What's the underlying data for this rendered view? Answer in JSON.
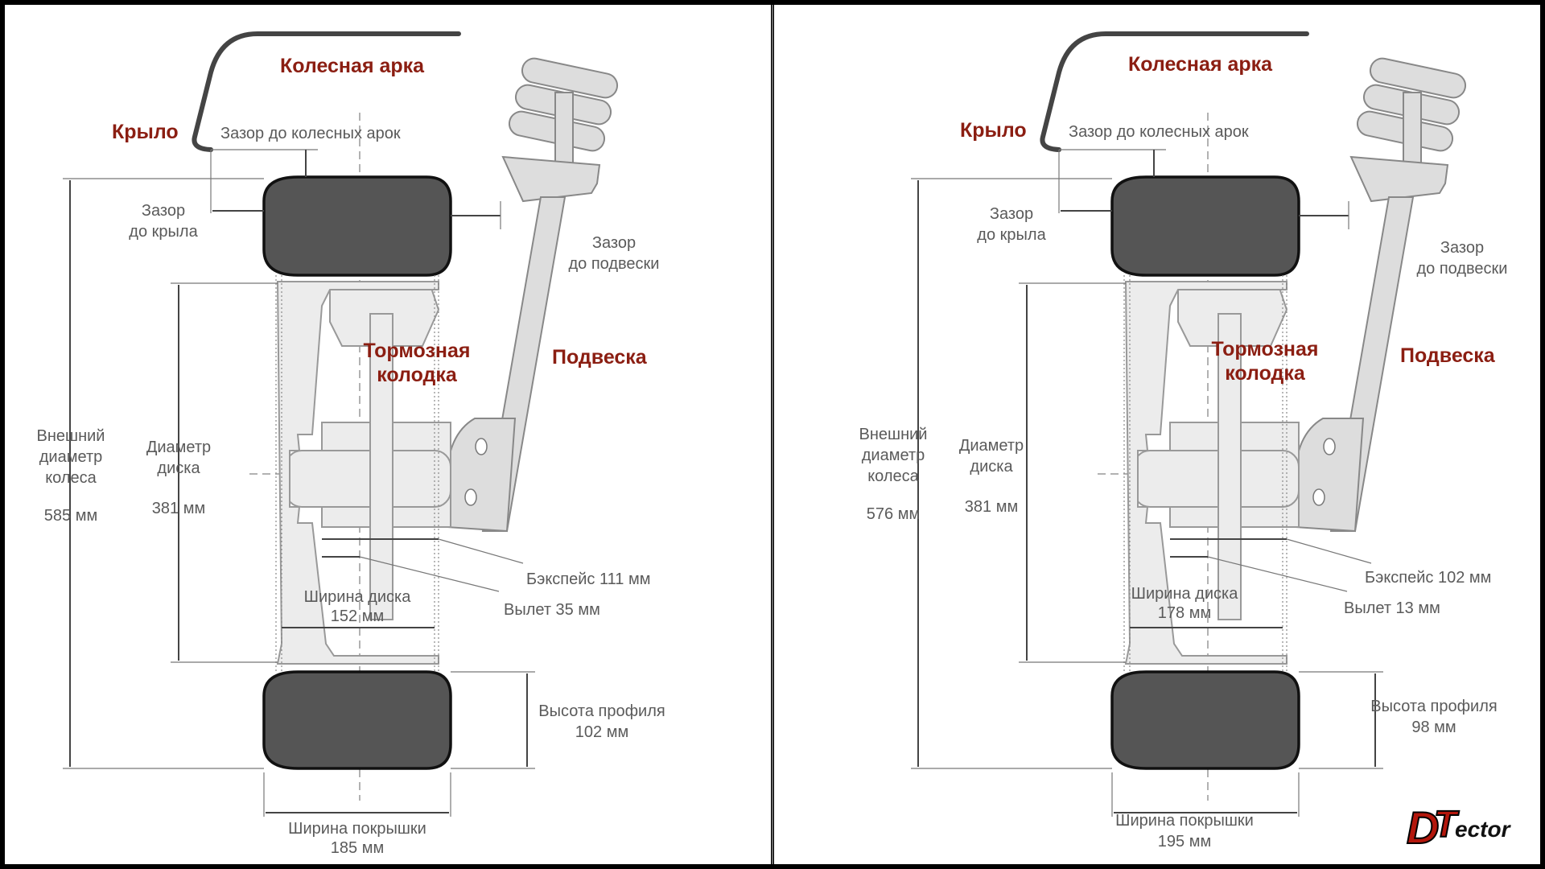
{
  "panels": [
    {
      "labels": {
        "arch": "Колесная арка",
        "wing": "Крыло",
        "arch_gap": "Зазор до колесных арок",
        "wing_gap": [
          "Зазор",
          "до крыла"
        ],
        "susp_gap": [
          "Зазор",
          "до подвески"
        ],
        "brake": [
          "Тормозная",
          "колодка"
        ],
        "suspension": "Подвеска",
        "outer_diam": [
          "Внешний",
          "диаметр",
          "колеса"
        ],
        "outer_diam_val": "585 мм",
        "rim_diam": [
          "Диаметр",
          "диска"
        ],
        "rim_diam_val": "381 мм",
        "backspace": "Бэкспейс 111 мм",
        "offset": "Вылет 35 мм",
        "rim_width": [
          "Ширина диска",
          "152 мм"
        ],
        "profile": [
          "Высота профиля",
          "102 мм"
        ],
        "tire_width": [
          "Ширина покрышки",
          "185 мм"
        ]
      }
    },
    {
      "labels": {
        "arch": "Колесная арка",
        "wing": "Крыло",
        "arch_gap": "Зазор до колесных арок",
        "wing_gap": [
          "Зазор",
          "до крыла"
        ],
        "susp_gap": [
          "Зазор",
          "до подвески"
        ],
        "brake": [
          "Тормозная",
          "колодка"
        ],
        "suspension": "Подвеска",
        "outer_diam": [
          "Внешний",
          "диаметр",
          "колеса"
        ],
        "outer_diam_val": "576 мм",
        "rim_diam": [
          "Диаметр",
          "диска"
        ],
        "rim_diam_val": "381 мм",
        "backspace": "Бэкспейс 102 мм",
        "offset": "Вылет 13 мм",
        "rim_width": [
          "Ширина диска",
          "178 мм"
        ],
        "profile": [
          "Высота профиля",
          "98 мм"
        ],
        "tire_width": [
          "Ширина покрышки",
          "195 мм"
        ]
      }
    }
  ],
  "logo": {
    "text": "DTector"
  },
  "colors": {
    "frame": "#000000",
    "panel_bg": "#ffffff",
    "label_red": "#8b1e12",
    "label_gray": "#5a5a5a",
    "tire": "#555555",
    "parts": "#dddddd"
  }
}
